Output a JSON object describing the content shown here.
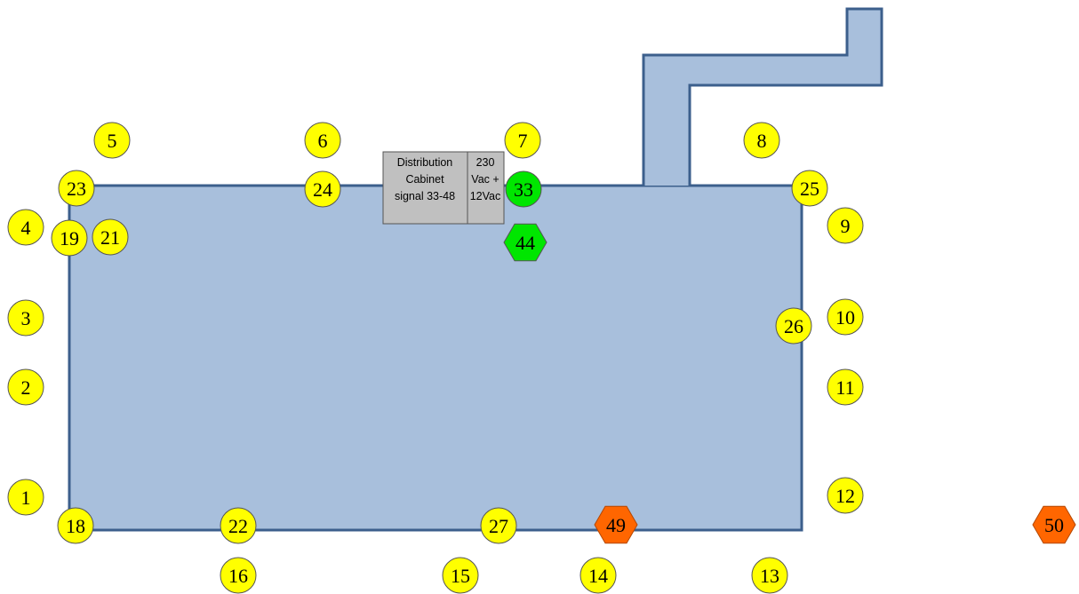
{
  "colors": {
    "building_fill": "#a8bfdc",
    "building_stroke": "#3c5f8c",
    "marker_yellow": "#ffff00",
    "marker_green": "#00e600",
    "marker_orange": "#ff6600",
    "cabinet_fill": "#c0c0c0"
  },
  "cabinet": {
    "left_lines": [
      "Distribution",
      "Cabinet",
      "signal 33-48"
    ],
    "right_lines": [
      "230",
      "Vac +",
      "12Vac"
    ]
  },
  "markers": [
    {
      "id": "m1",
      "label": "1",
      "shape": "circle",
      "color": "yellow"
    },
    {
      "id": "m2",
      "label": "2",
      "shape": "circle",
      "color": "yellow"
    },
    {
      "id": "m3",
      "label": "3",
      "shape": "circle",
      "color": "yellow"
    },
    {
      "id": "m4",
      "label": "4",
      "shape": "circle",
      "color": "yellow"
    },
    {
      "id": "m5",
      "label": "5",
      "shape": "circle",
      "color": "yellow"
    },
    {
      "id": "m6",
      "label": "6",
      "shape": "circle",
      "color": "yellow"
    },
    {
      "id": "m7",
      "label": "7",
      "shape": "circle",
      "color": "yellow"
    },
    {
      "id": "m8",
      "label": "8",
      "shape": "circle",
      "color": "yellow"
    },
    {
      "id": "m9",
      "label": "9",
      "shape": "circle",
      "color": "yellow"
    },
    {
      "id": "m10",
      "label": "10",
      "shape": "circle",
      "color": "yellow"
    },
    {
      "id": "m11",
      "label": "11",
      "shape": "circle",
      "color": "yellow"
    },
    {
      "id": "m12",
      "label": "12",
      "shape": "circle",
      "color": "yellow"
    },
    {
      "id": "m13",
      "label": "13",
      "shape": "circle",
      "color": "yellow"
    },
    {
      "id": "m14",
      "label": "14",
      "shape": "circle",
      "color": "yellow"
    },
    {
      "id": "m15",
      "label": "15",
      "shape": "circle",
      "color": "yellow"
    },
    {
      "id": "m16",
      "label": "16",
      "shape": "circle",
      "color": "yellow"
    },
    {
      "id": "m18",
      "label": "18",
      "shape": "circle",
      "color": "yellow"
    },
    {
      "id": "m19",
      "label": "19",
      "shape": "circle",
      "color": "yellow"
    },
    {
      "id": "m21",
      "label": "21",
      "shape": "circle",
      "color": "yellow"
    },
    {
      "id": "m22",
      "label": "22",
      "shape": "circle",
      "color": "yellow"
    },
    {
      "id": "m23",
      "label": "23",
      "shape": "circle",
      "color": "yellow"
    },
    {
      "id": "m24",
      "label": "24",
      "shape": "circle",
      "color": "yellow"
    },
    {
      "id": "m25",
      "label": "25",
      "shape": "circle",
      "color": "yellow"
    },
    {
      "id": "m26",
      "label": "26",
      "shape": "circle",
      "color": "yellow"
    },
    {
      "id": "m27",
      "label": "27",
      "shape": "circle",
      "color": "yellow"
    },
    {
      "id": "m33",
      "label": "33",
      "shape": "circle",
      "color": "green"
    },
    {
      "id": "m44",
      "label": "44",
      "shape": "hexagon",
      "color": "green"
    },
    {
      "id": "m49",
      "label": "49",
      "shape": "hexagon",
      "color": "orange"
    },
    {
      "id": "m50",
      "label": "50",
      "shape": "hexagon",
      "color": "orange"
    }
  ]
}
